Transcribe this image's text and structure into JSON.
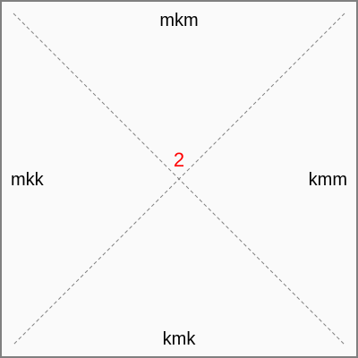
{
  "labels": {
    "top": "mkm",
    "left": "mkk",
    "right": "kmm",
    "bottom": "kmk"
  },
  "center_value": "2",
  "colors": {
    "border": "#808080",
    "background": "#fafafa",
    "diagonal_line": "#808080",
    "label_text": "#000000",
    "center_value": "#ff0000"
  }
}
